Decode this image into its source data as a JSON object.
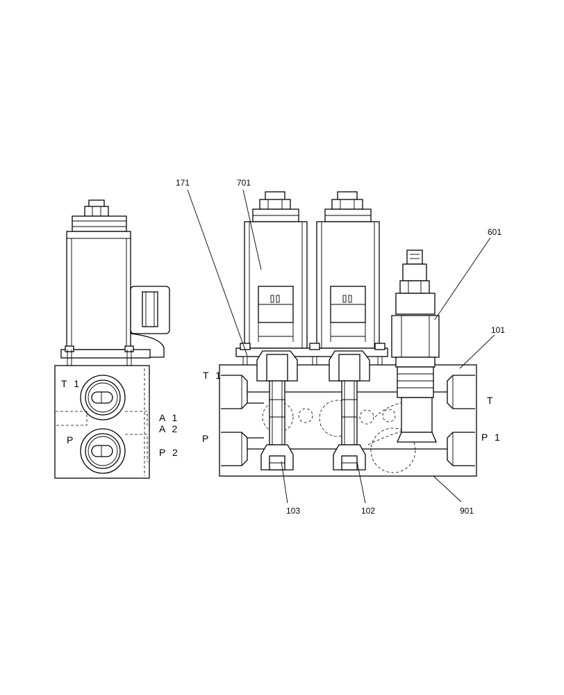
{
  "callouts": {
    "c171": "171",
    "c701": "701",
    "c601": "601",
    "c101": "101",
    "c103": "103",
    "c102": "102",
    "c901": "901"
  },
  "side_ports": {
    "t1": "T 1",
    "p": "P",
    "a1": "A 1",
    "a2": "A 2",
    "p2": "P 2"
  },
  "front_ports": {
    "t1": "T 1",
    "p": "P",
    "t": "T",
    "p1": "P 1"
  },
  "icons": {
    "side_view": "valve-side-view-icon",
    "front_view": "valve-front-view-icon"
  }
}
